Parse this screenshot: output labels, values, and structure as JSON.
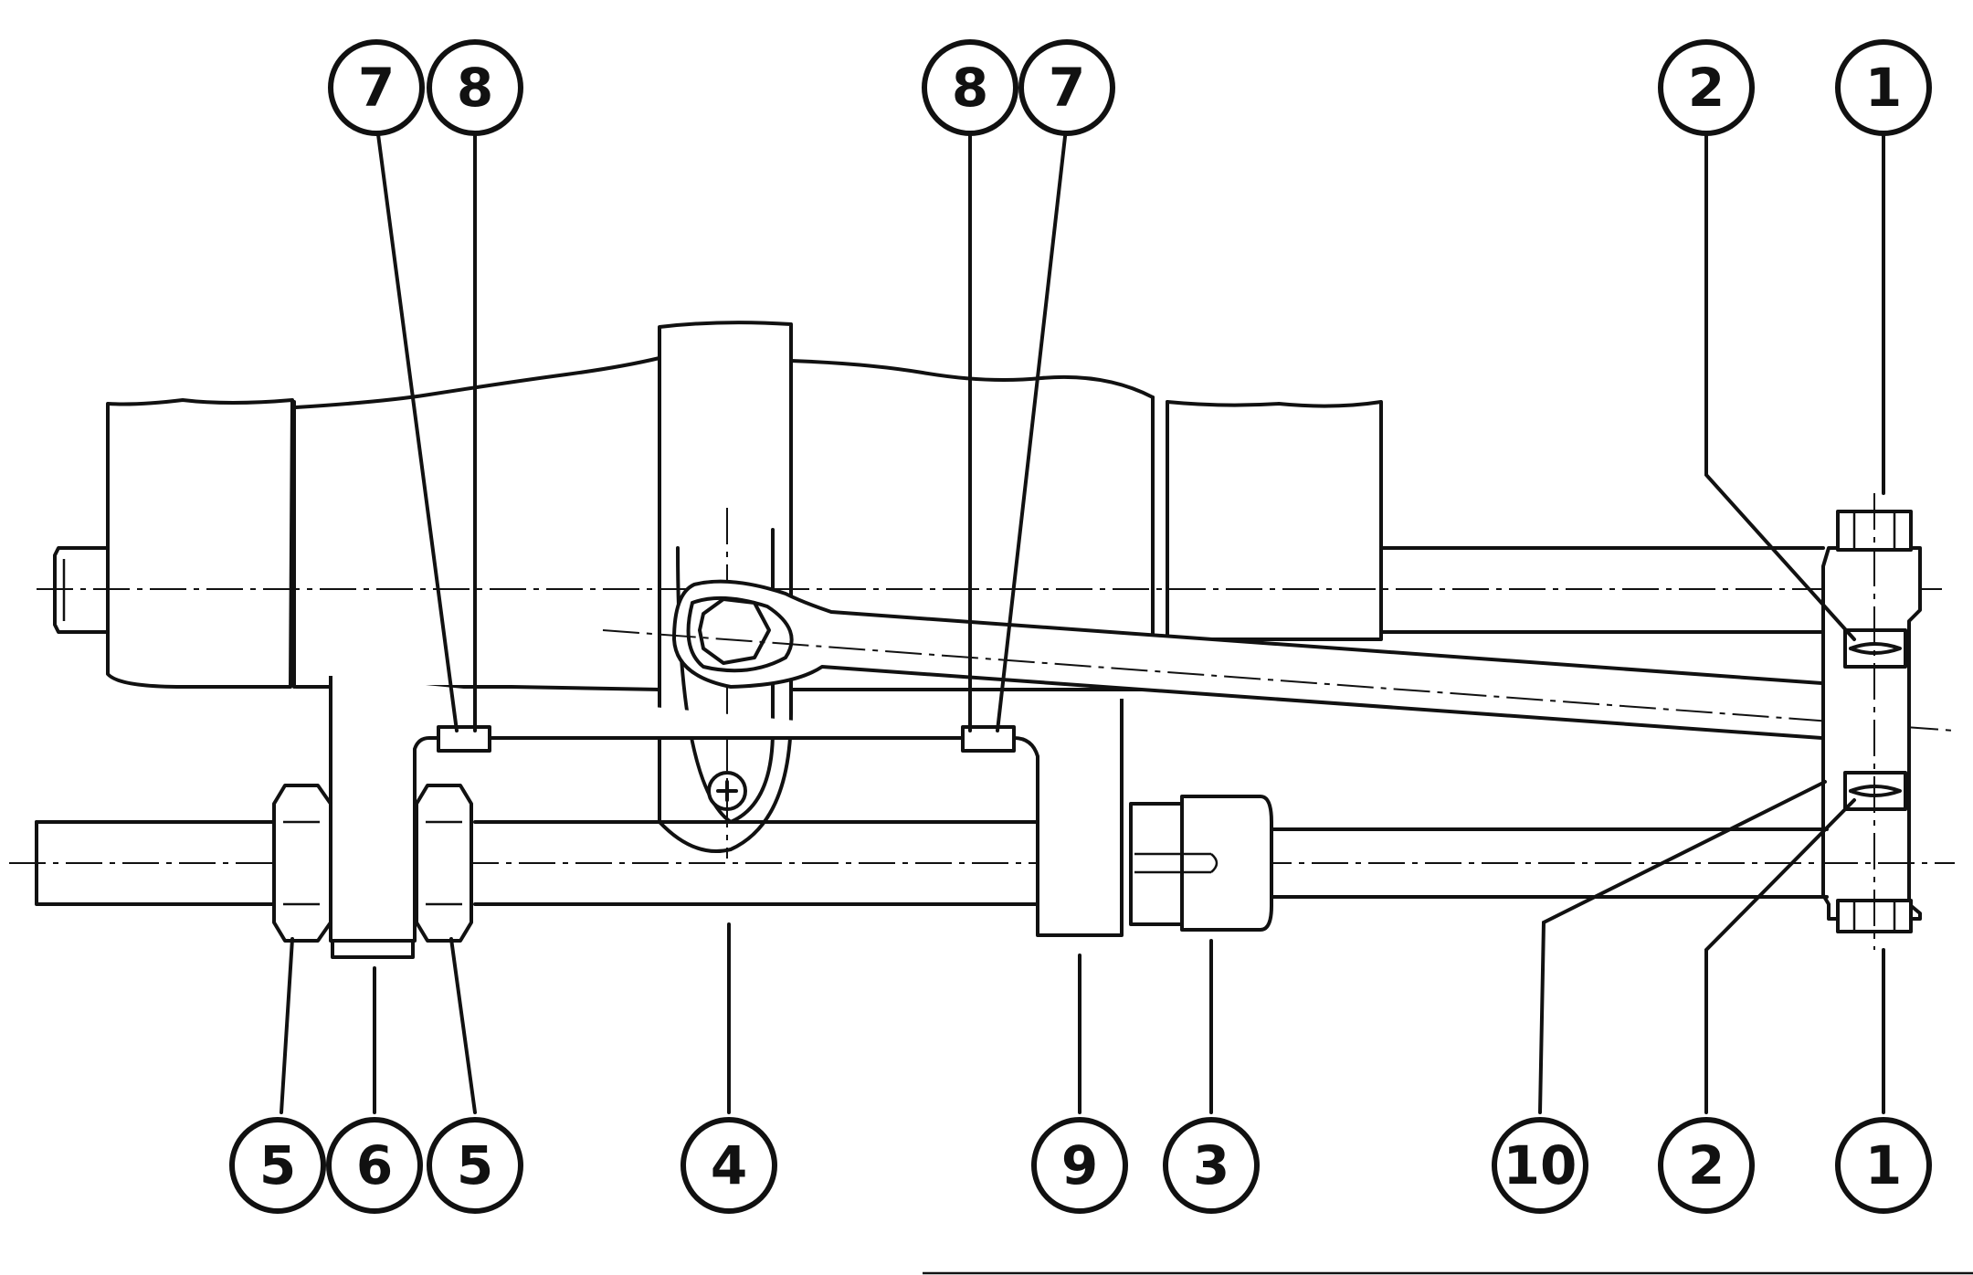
{
  "callouts": [
    {
      "id": "c-7-left",
      "label": "7"
    },
    {
      "id": "c-8-left",
      "label": "8"
    },
    {
      "id": "c-8-mid",
      "label": "8"
    },
    {
      "id": "c-7-mid",
      "label": "7"
    },
    {
      "id": "c-2-top",
      "label": "2"
    },
    {
      "id": "c-1-top",
      "label": "1"
    },
    {
      "id": "c-5-left",
      "label": "5"
    },
    {
      "id": "c-6",
      "label": "6"
    },
    {
      "id": "c-5-right",
      "label": "5"
    },
    {
      "id": "c-4",
      "label": "4"
    },
    {
      "id": "c-9",
      "label": "9"
    },
    {
      "id": "c-3",
      "label": "3"
    },
    {
      "id": "c-10",
      "label": "10"
    },
    {
      "id": "c-2-bottom",
      "label": "2"
    },
    {
      "id": "c-1-bottom",
      "label": "1"
    }
  ]
}
